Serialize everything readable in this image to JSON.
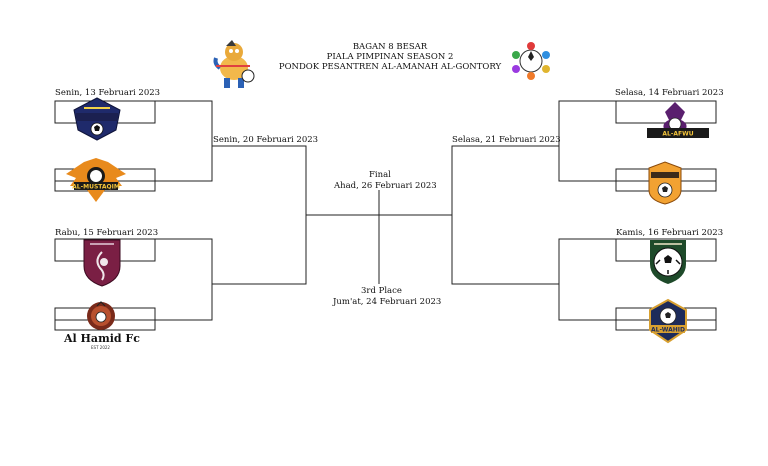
{
  "title": {
    "line1": "BAGAN 8 BESAR",
    "line2": "PIALA PIMPINAN SEASON 2",
    "line3": "PONDOK PESANTREN AL-AMANAH AL-GONTORY"
  },
  "left": {
    "qf1_date": "Senin, 13 Februari 2023",
    "qf2_date": "Rabu, 15 Februari 2023",
    "sf_date": "Senin, 20 Februari 2023"
  },
  "right": {
    "qf1_date": "Selasa, 14 Februari 2023",
    "qf2_date": "Kamis, 16 Februari 2023",
    "sf_date": "Selasa, 21 Februari 2023"
  },
  "final": {
    "label": "Final",
    "date": "Ahad, 26 Februari 2023"
  },
  "third": {
    "label": "3rd Place",
    "date": "Jum'at, 24 Februari 2023"
  },
  "teams": {
    "al_hamid_name": "Al Hamid Fc",
    "al_hamid_sub": "EST 2022",
    "al_mustaqim_text": "AL-MUSTAQIM",
    "al_afwu_text": "AL-AFWU",
    "al_wahid_text": "AL-WAHID"
  }
}
